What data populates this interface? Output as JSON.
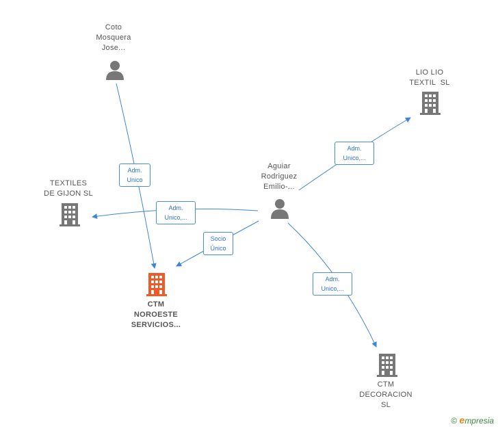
{
  "nodes": {
    "coto": {
      "lines": [
        "Coto",
        "Mosquera",
        "Jose..."
      ],
      "type": "person"
    },
    "aguiar": {
      "lines": [
        "Aguiar",
        "Rodriguez",
        "Emilio-..."
      ],
      "type": "person"
    },
    "lio": {
      "lines": [
        "LIO LIO",
        "TEXTIL  SL"
      ],
      "type": "company"
    },
    "textiles": {
      "lines": [
        "TEXTILES",
        "DE GIJON SL"
      ],
      "type": "company"
    },
    "ctm_noroeste": {
      "lines": [
        "CTM",
        "NOROESTE",
        "SERVICIOS..."
      ],
      "type": "company",
      "focus": true
    },
    "ctm_decoracion": {
      "lines": [
        "CTM",
        "DECORACION",
        "SL"
      ],
      "type": "company"
    }
  },
  "edges": {
    "coto_noroeste": [
      "Adm.",
      "Unico"
    ],
    "aguiar_lio": [
      "Adm.",
      "Unico,..."
    ],
    "aguiar_textiles": [
      "Adm.",
      "Unico,..."
    ],
    "aguiar_noroeste": [
      "Socio",
      "Único"
    ],
    "aguiar_decoracion": [
      "Adm.",
      "Unico,..."
    ]
  },
  "colors": {
    "edge": "#3d85d8",
    "person": "#777777",
    "company": "#777777",
    "focus_company": "#f05a28"
  },
  "copyright": {
    "symbol": "©",
    "brand_initial": "e",
    "brand_rest": "mpresia"
  }
}
